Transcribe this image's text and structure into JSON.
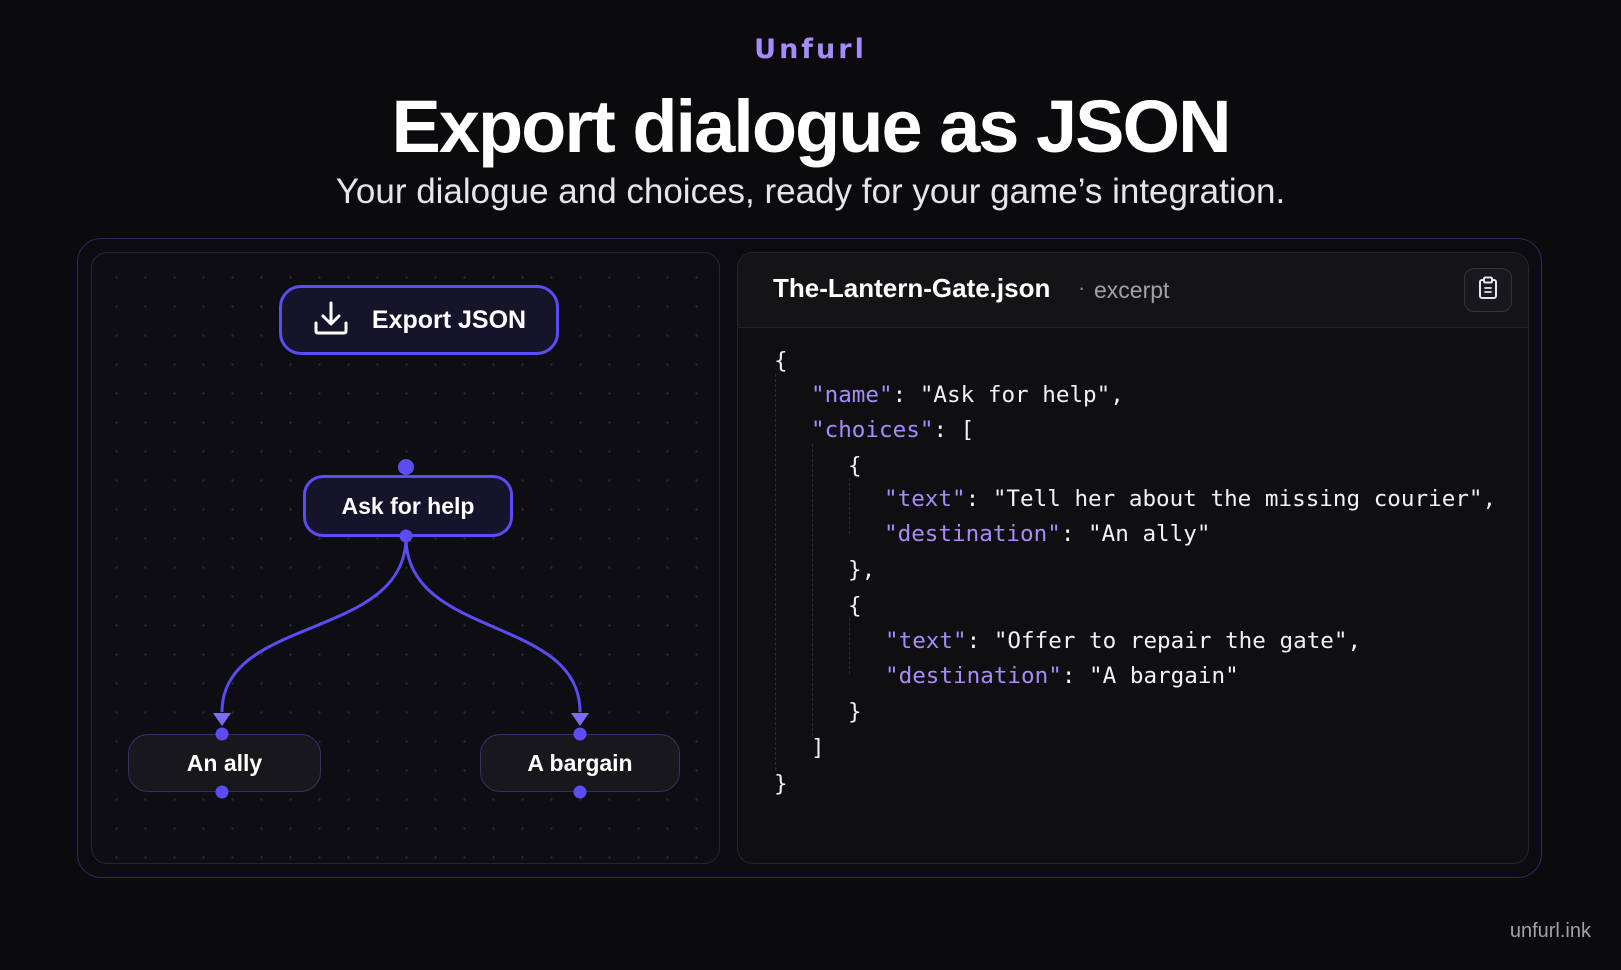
{
  "header": {
    "brand": "Unfurl",
    "title": "Export dialogue as JSON",
    "subtitle": "Your dialogue and choices, ready for your game’s integration."
  },
  "graph": {
    "export_button_label": "Export JSON",
    "nodes": {
      "main": "Ask for help",
      "ally": "An ally",
      "bargain": "A bargain"
    }
  },
  "code_panel": {
    "filename": "The-Lantern-Gate.json",
    "separator": "·",
    "suffix": "excerpt",
    "lines": {
      "l1": "{",
      "l2_key": "\"name\"",
      "l2_rest": ": \"Ask for help\",",
      "l3_key": "\"choices\"",
      "l3_rest": ": [",
      "l4": "{",
      "l5_key": "\"text\"",
      "l5_rest": ": \"Tell her about the missing courier\",",
      "l6_key": "\"destination\"",
      "l6_rest": ": \"An ally\"",
      "l7": "},",
      "l8": "{",
      "l9_key": "\"text\"",
      "l9_rest": ": \"Offer to repair the gate\",",
      "l10_key": "\"destination\"",
      "l10_rest": ": \"A bargain\"",
      "l11": "}",
      "l12": "]",
      "l13": "}"
    }
  },
  "footer": {
    "url": "unfurl.ink"
  },
  "colors": {
    "accent": "#5b4cf5",
    "brand": "#a78bfa",
    "json_key": "#a78bfa",
    "background": "#0b0b0e"
  },
  "icons": {
    "export_button": "download-icon",
    "copy_button": "clipboard-icon"
  }
}
